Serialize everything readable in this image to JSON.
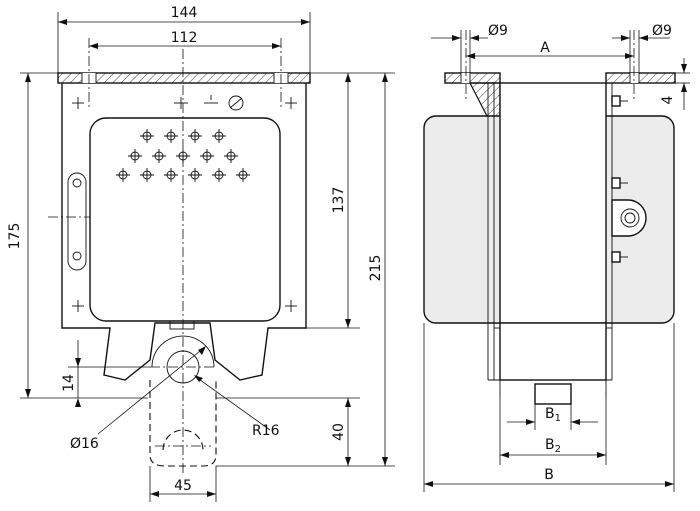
{
  "front_view": {
    "dims": {
      "overall_width": "144",
      "hole_spacing": "112",
      "total_height": "175",
      "body_height": "137",
      "overall_height": "215",
      "stem_offset": "14",
      "hole_diameter": "Ø16",
      "radius": "R16",
      "stem_length": "40",
      "stem_width": "45"
    }
  },
  "side_view": {
    "dims": {
      "hole_left": "Ø9",
      "hole_right": "Ø9",
      "span_a": "A",
      "flange_thickness": "4",
      "b1": "B",
      "b1_sub": "1",
      "b2": "B",
      "b2_sub": "2",
      "overall_b": "B"
    }
  }
}
